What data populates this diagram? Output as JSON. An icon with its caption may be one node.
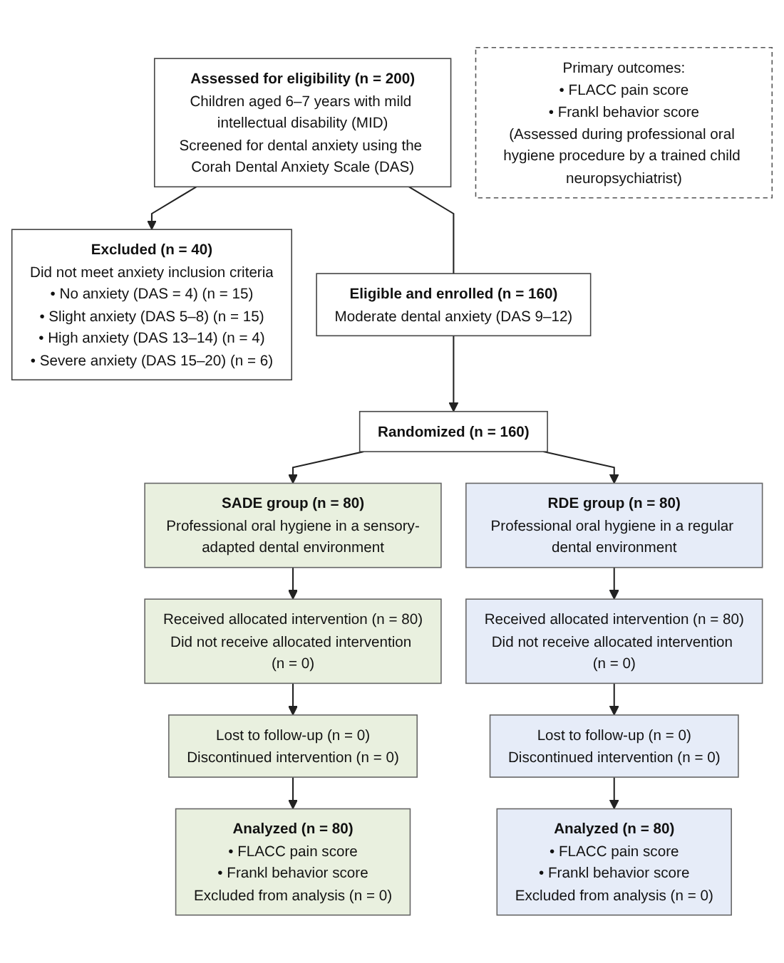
{
  "diagram": {
    "nodes": [
      {
        "text": [
          "Assessed for eligibility (n = 200)",
          "Children aged 6–7 years with mild intellectual disability (MID)",
          "Screened for dental anxiety using the Corah Dental Anxiety Scale (DAS)"
        ]
      },
      {
        "text": [
          "Excluded (n = 40)",
          "Did not meet anxiety inclusion criteria",
          "• No anxiety (DAS = 4) (n = 15)",
          "• Slight anxiety (DAS 5–8) (n = 15)",
          "• High anxiety (DAS 13–14) (n = 4)",
          "• Severe anxiety (DAS 15–20) (n = 6)"
        ]
      },
      {
        "text": [
          "Eligible and enrolled (n = 160)",
          "Moderate dental anxiety (DAS 9–12)"
        ]
      },
      {
        "text": [
          "Randomized (n = 160)"
        ]
      },
      {
        "text": [
          "SADE group (n = 80)",
          "Professional oral hygiene in a sensory-adapted dental environment"
        ]
      },
      {
        "text": [
          "RDE group (n = 80)",
          "Professional oral hygiene in a regular dental environment"
        ]
      },
      {
        "text": [
          "Received allocated intervention (n = 80)",
          "Did not receive allocated intervention (n = 0)"
        ]
      },
      {
        "text": [
          "Received allocated intervention (n = 80)",
          "Did not receive allocated intervention (n = 0)"
        ]
      },
      {
        "text": [
          "Lost to follow-up (n = 0)",
          "Discontinued intervention (n = 0)"
        ]
      },
      {
        "text": [
          "Lost to follow-up (n = 0)",
          "Discontinued intervention (n = 0)"
        ]
      },
      {
        "text": [
          "Analyzed (n = 80)",
          "• FLACC pain score",
          "• Frankl behavior score",
          "Excluded from analysis (n = 0)"
        ]
      },
      {
        "text": [
          "Primary outcomes:",
          "• FLACC pain score",
          "• Frankl behavior score",
          "(Assessed during professional oral hygiene procedure by a trained child neuropsychiatrist)"
        ]
      },
      {
        "text": [
          "Analyzed (n = 80)",
          "• FLACC pain score",
          "• Frankl behavior score",
          "Excluded from analysis (n = 0)"
        ]
      }
    ],
    "edges": [
      {
        "from": 0,
        "to": 1,
        "arrow": "to"
      },
      {
        "from": 0,
        "to": 2,
        "arrow": "none"
      },
      {
        "from": 2,
        "to": 3,
        "arrow": "to"
      },
      {
        "from": 3,
        "to": 4,
        "arrow": "to"
      },
      {
        "from": 3,
        "to": 5,
        "arrow": "to"
      },
      {
        "from": 4,
        "to": 6,
        "arrow": "to"
      },
      {
        "from": 5,
        "to": 7,
        "arrow": "to"
      },
      {
        "from": 6,
        "to": 8,
        "arrow": "to"
      },
      {
        "from": 7,
        "to": 9,
        "arrow": "to"
      },
      {
        "from": 8,
        "to": 10,
        "arrow": "to"
      },
      {
        "from": 9,
        "to": 12,
        "arrow": "to"
      }
    ]
  }
}
